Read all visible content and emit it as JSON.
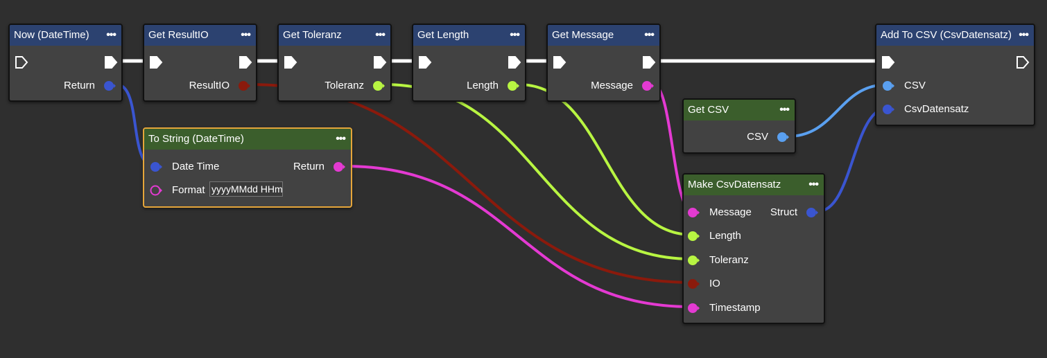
{
  "colors": {
    "background": "#2f2f2f",
    "node_body": "#424242",
    "header_blue": "#2c4270",
    "header_green": "#3b5e2c",
    "selected_border": "#e6a63a",
    "exec_wire": "#ffffff",
    "datetime": "#3a55d0",
    "io": "#8b1a0c",
    "number": "#b8f542",
    "string": "#e43ad2",
    "csv": "#5aa0f0",
    "struct": "#3a55d0"
  },
  "nodes": {
    "now": {
      "title": "Now (DateTime)",
      "menu": "•••",
      "return_label": "Return"
    },
    "get_resultio": {
      "title": "Get ResultIO",
      "menu": "•••",
      "out_label": "ResultIO"
    },
    "get_toleranz": {
      "title": "Get Toleranz",
      "menu": "•••",
      "out_label": "Toleranz"
    },
    "get_length": {
      "title": "Get Length",
      "menu": "•••",
      "out_label": "Length"
    },
    "get_message": {
      "title": "Get Message",
      "menu": "•••",
      "out_label": "Message"
    },
    "add_to_csv": {
      "title": "Add To CSV (CsvDatensatz)",
      "menu": "•••",
      "in_csv_label": "CSV",
      "in_record_label": "CsvDatensatz"
    },
    "to_string": {
      "title": "To String (DateTime)",
      "menu": "•••",
      "in_datetime_label": "Date Time",
      "return_label": "Return",
      "format_label": "Format",
      "format_value": "yyyyMMdd HHmmss"
    },
    "get_csv": {
      "title": "Get CSV",
      "menu": "•••",
      "out_label": "CSV"
    },
    "make_record": {
      "title": "Make CsvDatensatz",
      "menu": "•••",
      "in_message_label": "Message",
      "out_struct_label": "Struct",
      "in_length_label": "Length",
      "in_toleranz_label": "Toleranz",
      "in_io_label": "IO",
      "in_timestamp_label": "Timestamp"
    }
  }
}
